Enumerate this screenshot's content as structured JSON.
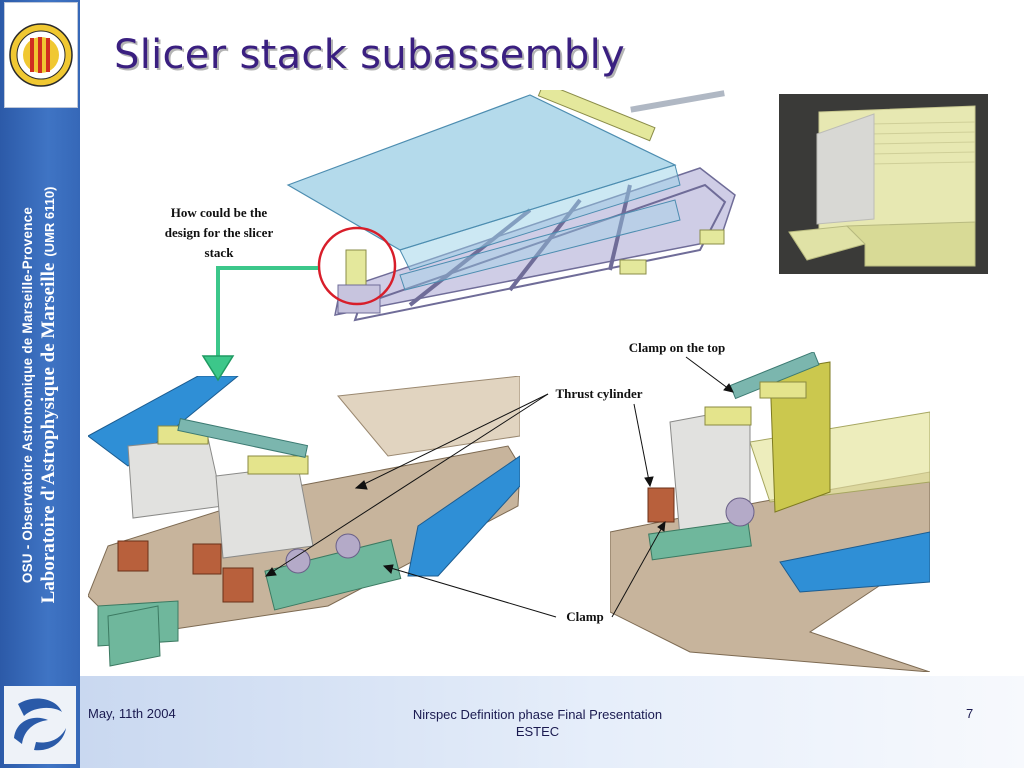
{
  "slide": {
    "title": "Slicer stack subassembly",
    "page_number": "7"
  },
  "sidebar": {
    "line1": "OSU - Observatoire Astronomique de Marseille-Provence",
    "line2": "Laboratoire d'Astrophysique de Marseille",
    "line2_suffix": "(UMR 6110)",
    "brand_color": "#3a6abf"
  },
  "logos": {
    "top": "Université de Provence seal",
    "top_icon": "university-seal-icon",
    "bottom": "CNRS",
    "bottom_icon": "cnrs-logo-icon"
  },
  "annotations": {
    "how": "How could be the\ndesign for the slicer\nstack",
    "clamp_top": "Clamp on the top",
    "thrust": "Thrust cylinder",
    "clamp": "Clamp"
  },
  "footer": {
    "date": "May, 11th 2004",
    "center_line1": "Nirspec Definition phase Final Presentation",
    "center_line2": "ESTEC"
  }
}
